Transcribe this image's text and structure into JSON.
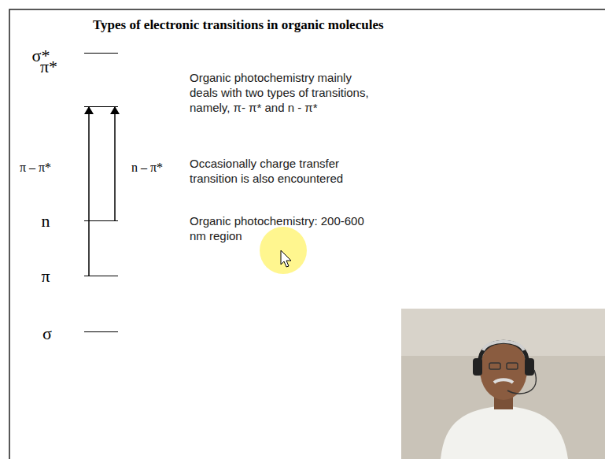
{
  "diagram": {
    "title": "Types of electronic transitions in organic molecules",
    "nodes": [
      {
        "text": [
          "σ*"
        ]
      },
      {
        "text": [
          "π*"
        ]
      },
      {
        "text": [
          "n"
        ]
      },
      {
        "text": [
          "π"
        ]
      },
      {
        "text": [
          "σ"
        ]
      }
    ],
    "edges": [
      {
        "from": 3,
        "to": 1,
        "arrow": "to",
        "label": "π – π*"
      },
      {
        "from": 2,
        "to": 1,
        "arrow": "to",
        "label": "n – π*"
      }
    ],
    "labels": [
      "Organic photochemistry mainly deals with two types of transitions, namely, π- π* and n - π*",
      "Occasionally charge transfer transition is also encountered",
      "Organic photochemistry: 200-600 nm region"
    ]
  }
}
